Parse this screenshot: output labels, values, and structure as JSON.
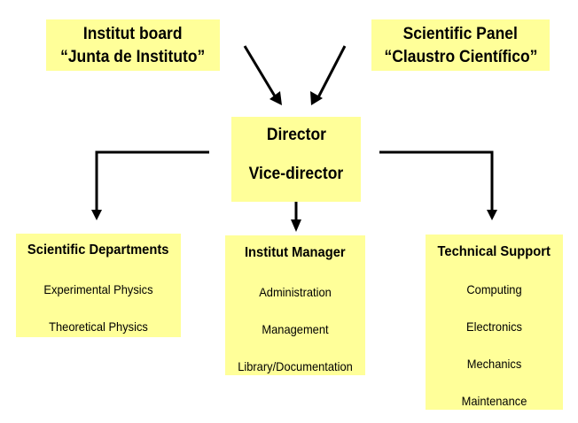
{
  "top_left": {
    "line1": "Institut board",
    "line2": "“Junta de Instituto”"
  },
  "top_right": {
    "line1": "Scientific Panel",
    "line2": "“Claustro Científico”"
  },
  "center": {
    "line1": "Director",
    "line2": "Vice-director"
  },
  "departments": {
    "title": "Scientific Departments",
    "items": [
      "Experimental Physics",
      "Theoretical Physics"
    ]
  },
  "manager": {
    "title": "Institut Manager",
    "items": [
      "Administration",
      "Management",
      "Library/Documentation"
    ]
  },
  "support": {
    "title": "Technical Support",
    "items": [
      "Computing",
      "Electronics",
      "Mechanics",
      "Maintenance"
    ]
  }
}
